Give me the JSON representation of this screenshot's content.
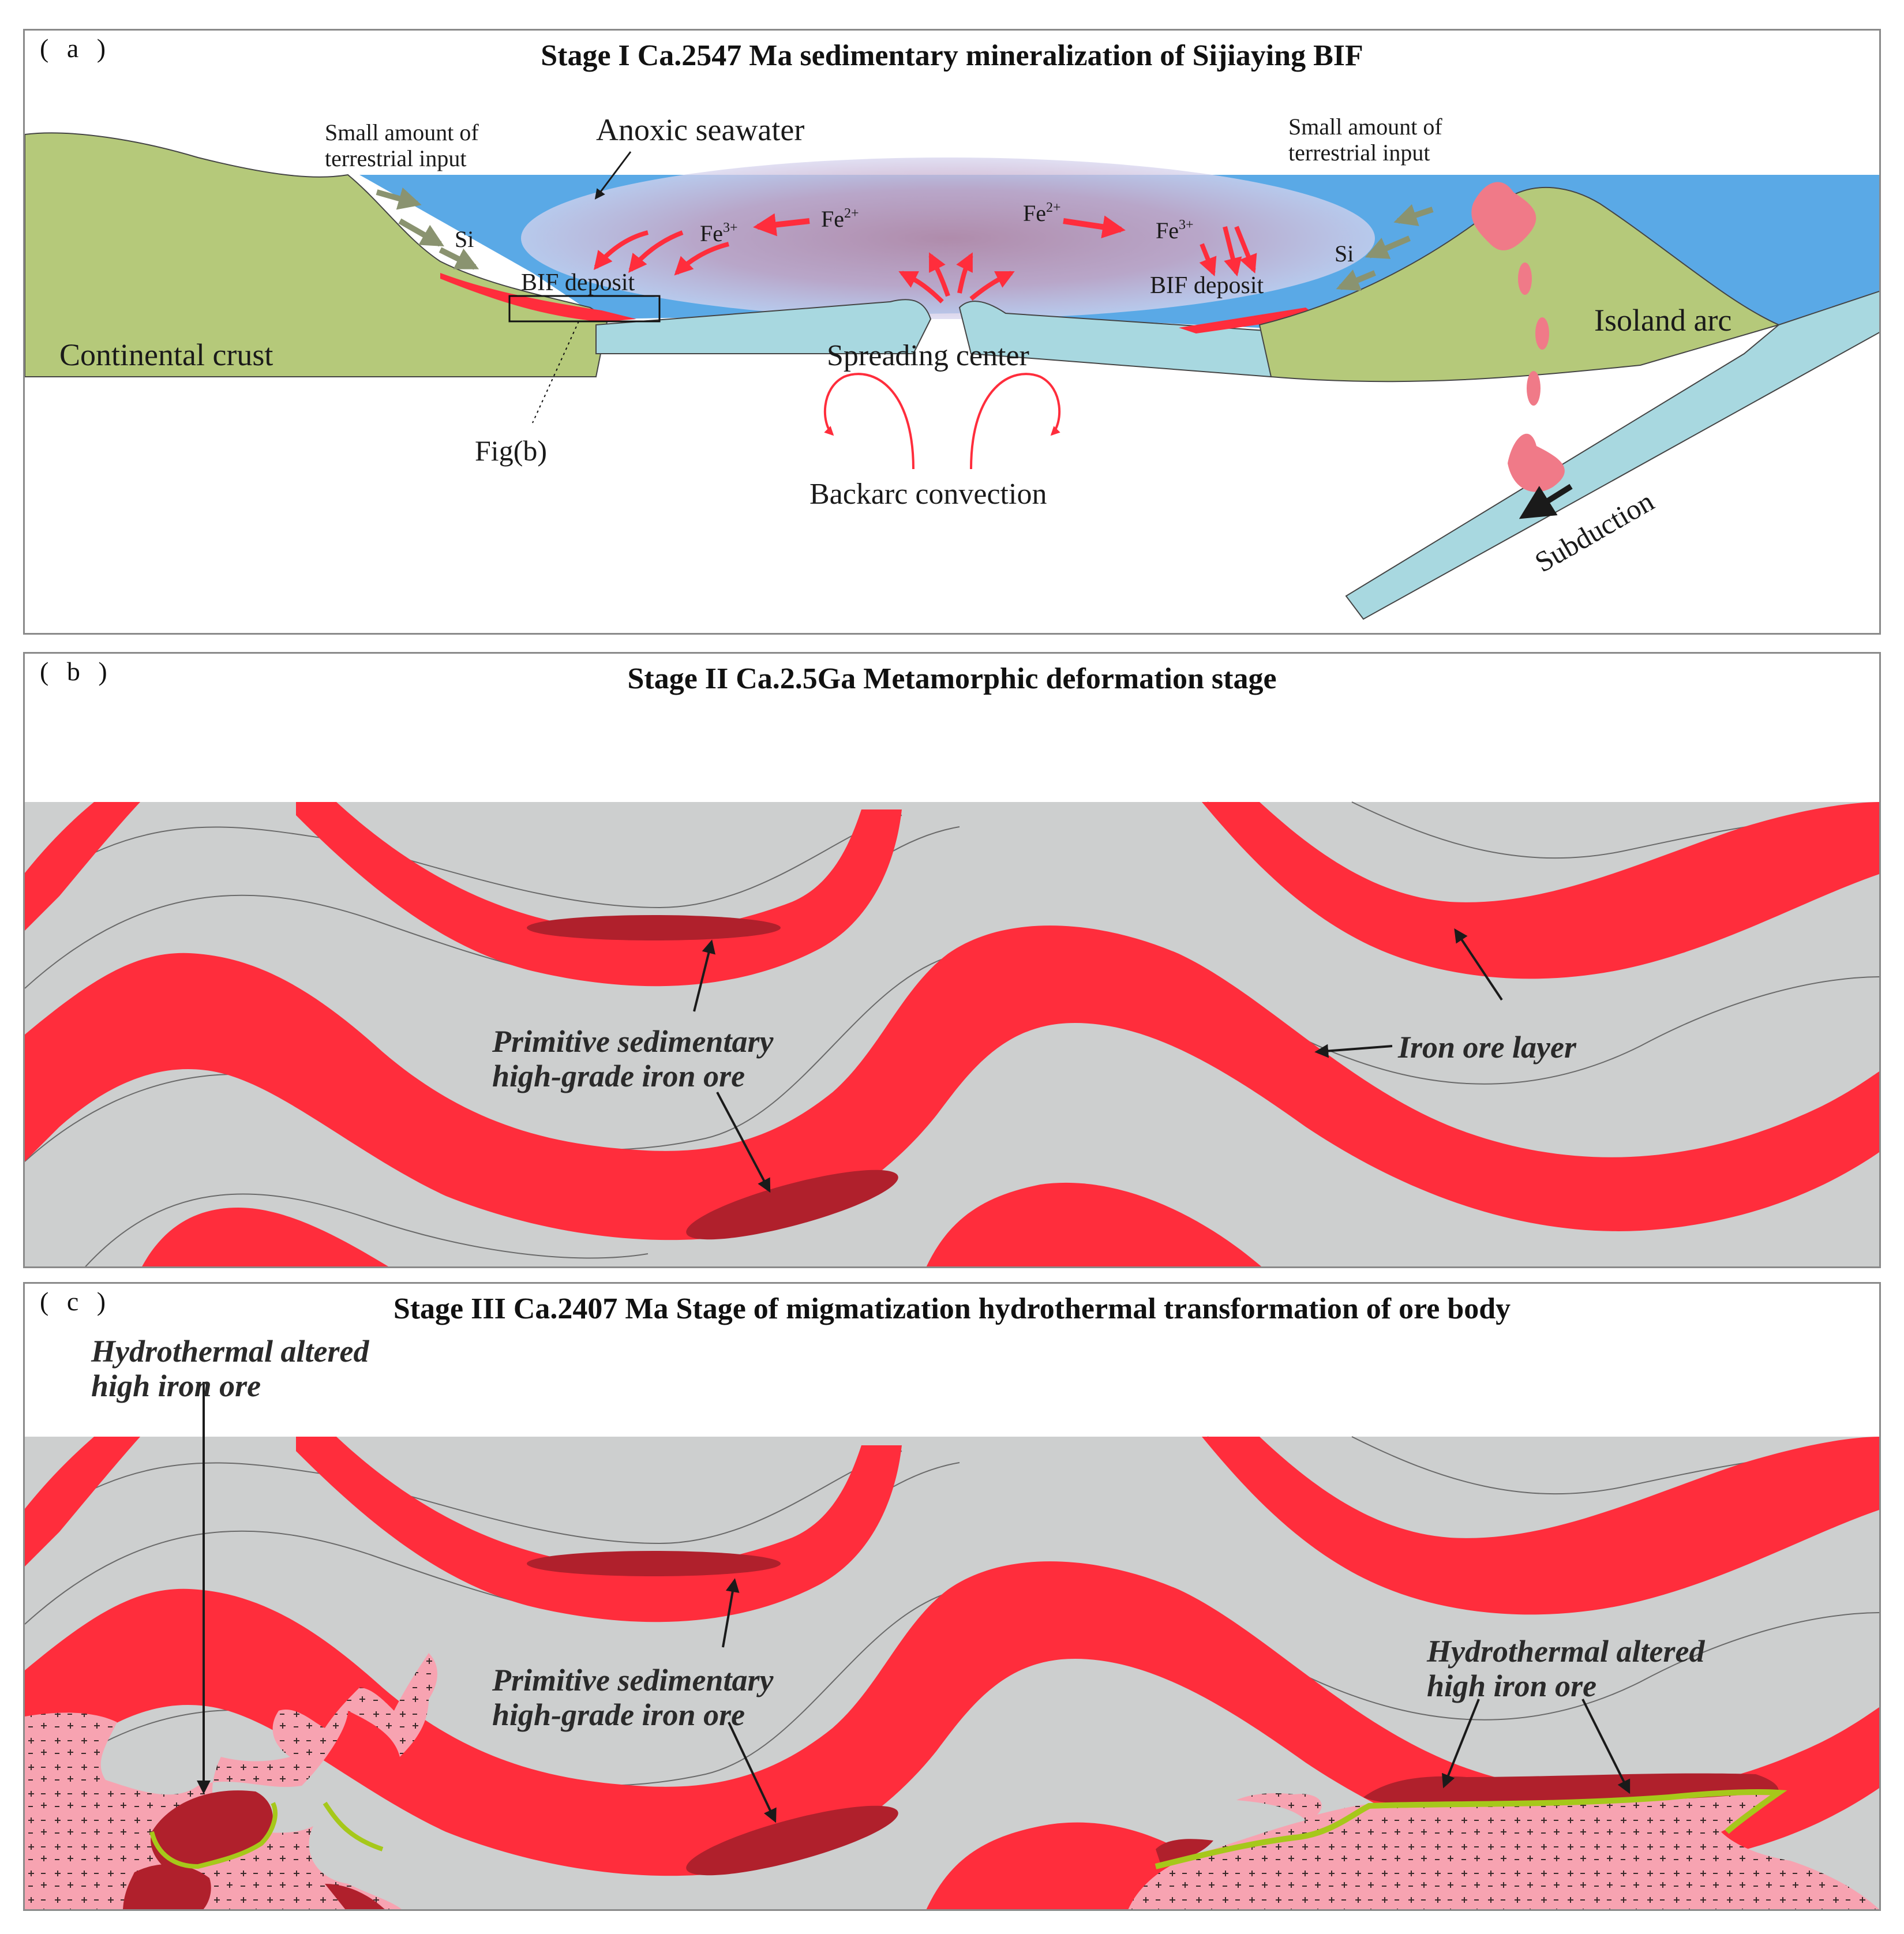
{
  "colors": {
    "continental_crust": "#b5c97a",
    "seawater": "#5aa9e6",
    "oceanic_plate": "#a8d8e0",
    "iron_layer": "#ff2d3c",
    "high_grade_ore": "#b0202c",
    "host_rock": "#cdcfcf",
    "granite": "#f7a3b1",
    "alteration_rim": "#a6c81a",
    "anoxic_plume": "#c79ab8"
  },
  "panel_a": {
    "letter": "( a )",
    "title": "Stage I  Ca.2547 Ma sedimentary mineralization of Sijiaying  BIF",
    "labels": {
      "terrestrial_input_left_1": "Small amount of",
      "terrestrial_input_left_2": "terrestrial input",
      "anoxic": "Anoxic seawater",
      "terrestrial_input_right_1": "Small amount of",
      "terrestrial_input_right_2": "terrestrial input",
      "si_left": "Si",
      "si_right": "Si",
      "fe3_left": "Fe",
      "fe3_left_sup": "3+",
      "fe2_left": "Fe",
      "fe2_left_sup": "2+",
      "fe2_right": "Fe",
      "fe2_right_sup": "2+",
      "fe3_right": "Fe",
      "fe3_right_sup": "3+",
      "bif_left": "BIF deposit",
      "bif_right": "BIF deposit",
      "continental_crust": "Continental crust",
      "isoland_arc": "Isoland arc",
      "spreading_center": "Spreading center",
      "backarc": "Backarc convection",
      "fig_b": "Fig(b)",
      "subduction": "Subduction"
    }
  },
  "panel_b": {
    "letter": "( b )",
    "title": "Stage II  Ca.2.5Ga Metamorphic deformation stage",
    "labels": {
      "primitive_1": "Primitive sedimentary",
      "primitive_2": "high-grade iron ore",
      "iron_layer": "Iron ore layer"
    }
  },
  "panel_c": {
    "letter": "( c )",
    "title": "Stage III  Ca.2407 Ma Stage of migmatization hydrothermal transformation of ore body",
    "labels": {
      "hydro_left_1": "Hydrothermal altered",
      "hydro_left_2": "high iron ore",
      "primitive_1": "Primitive sedimentary",
      "primitive_2": "high-grade iron ore",
      "hydro_right_1": "Hydrothermal altered",
      "hydro_right_2": "high iron ore"
    }
  }
}
